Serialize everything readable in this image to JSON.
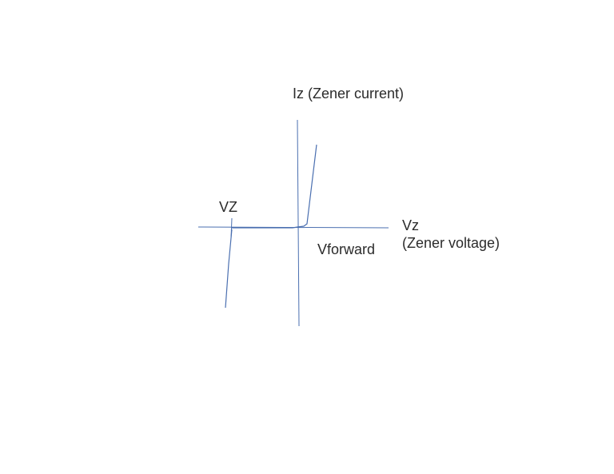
{
  "diagram": {
    "title": "",
    "labels": {
      "y_axis": "Iz (Zener current)",
      "breakdown_marker": "VZ",
      "x_axis_line1": "Vz",
      "x_axis_line2": "(Zener voltage)",
      "forward_label": "Vforward"
    },
    "colors": {
      "line": "#4a6fb0",
      "text": "#2b2b2b",
      "background": "#ffffff"
    }
  }
}
